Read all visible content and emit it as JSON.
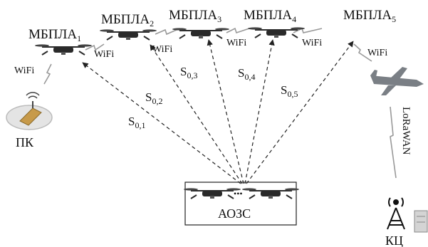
{
  "uavs": [
    {
      "name": "МБПЛА",
      "sub": "1"
    },
    {
      "name": "МБПЛА",
      "sub": "2"
    },
    {
      "name": "МБПЛА",
      "sub": "3"
    },
    {
      "name": "МБПЛА",
      "sub": "4"
    },
    {
      "name": "МБПЛА",
      "sub": "5"
    }
  ],
  "wifi_label": "WiFi",
  "links": [
    {
      "name": "S",
      "sub": "0,1"
    },
    {
      "name": "S",
      "sub": "0,2"
    },
    {
      "name": "S",
      "sub": "0,3"
    },
    {
      "name": "S",
      "sub": "0,4"
    },
    {
      "name": "S",
      "sub": "0,5"
    }
  ],
  "pc_label": "ПК",
  "base_label": "АОЗС",
  "base_ellipsis": "•••",
  "control_label": "КЦ",
  "lorawan_label": "LoRaWAN",
  "colors": {
    "ink": "#111111",
    "line": "#444444",
    "drone": "#2a2a2a",
    "plane": "#7a7f85"
  }
}
